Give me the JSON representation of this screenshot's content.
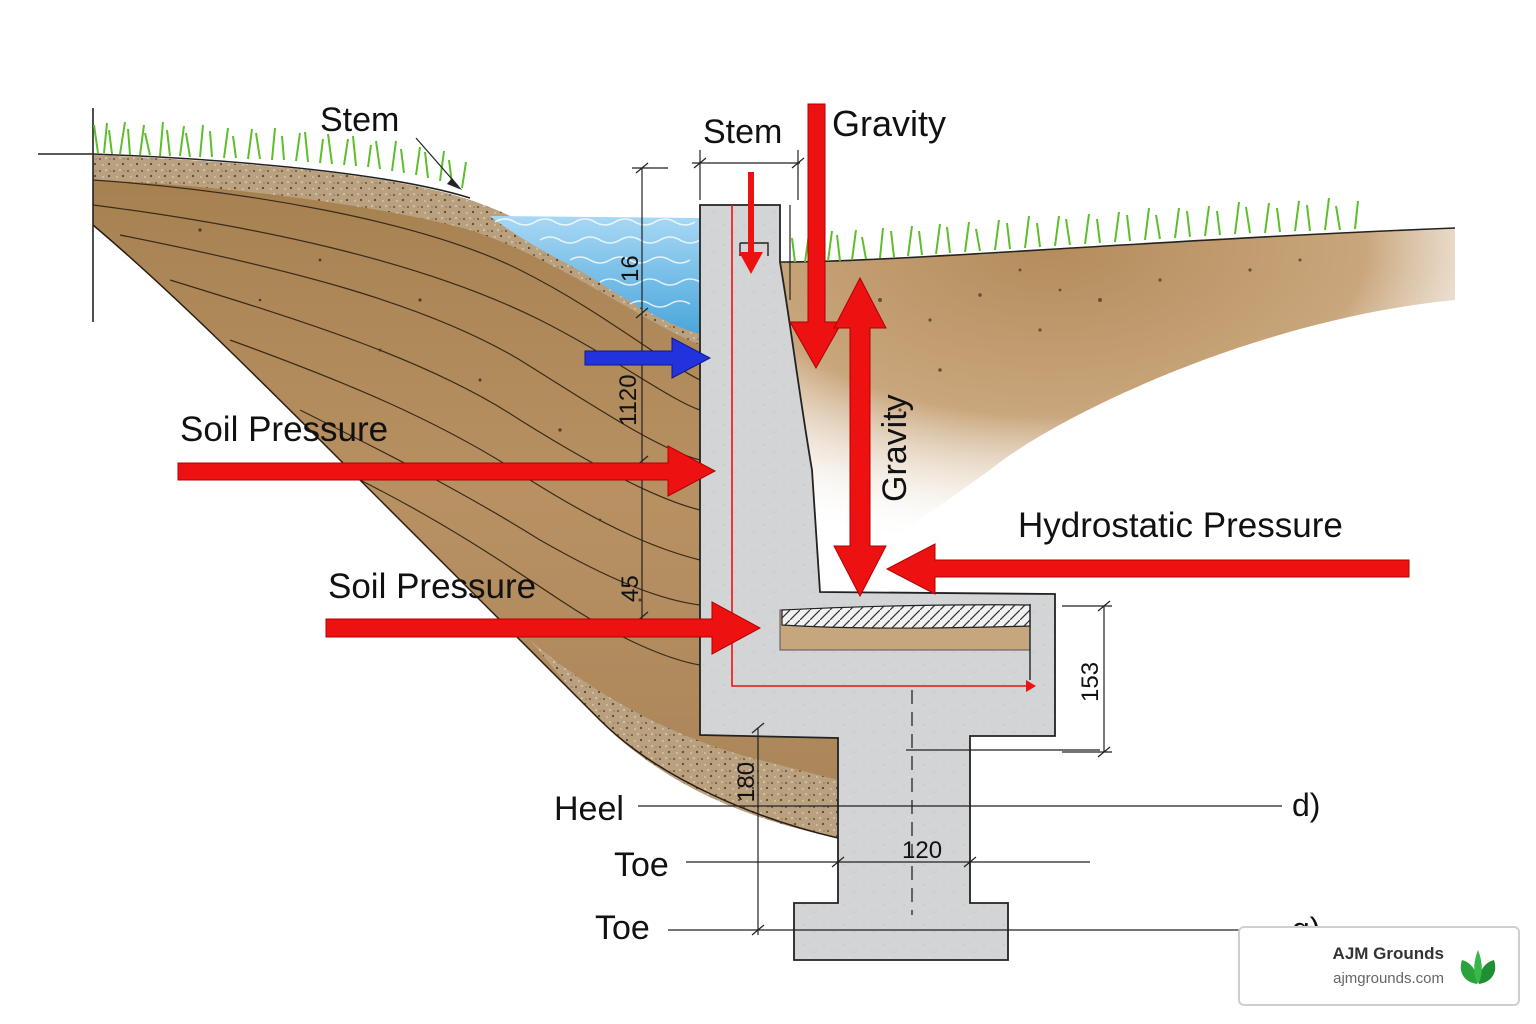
{
  "labels": {
    "stem_left": "Stem",
    "stem_top": "Stem",
    "gravity_top": "Gravity",
    "gravity_vertical": "Gravity",
    "soil_pressure_1": "Soil Pressure",
    "soil_pressure_2": "Soil Pressure",
    "hydrostatic_pressure": "Hydrostatic Pressure",
    "heel": "Heel",
    "toe_1": "Toe",
    "toe_2": "Toe",
    "marker_d": "d)",
    "marker_g": "g)"
  },
  "dimensions": {
    "dim_16": "16",
    "dim_1120": "1120",
    "dim_45": "45",
    "dim_153": "153",
    "dim_180": "180",
    "dim_120": "120"
  },
  "brand": {
    "name": "AJM Grounds",
    "url": "ajmgrounds.com",
    "logo_icon": "leaf-icon"
  },
  "colors": {
    "force_arrow": "#ee1111",
    "water_arrow": "#2233dd",
    "concrete": "#d2d3d5",
    "soil": "#b08a5c",
    "grass": "#5cbf2a",
    "water": "#8fc9ee"
  }
}
